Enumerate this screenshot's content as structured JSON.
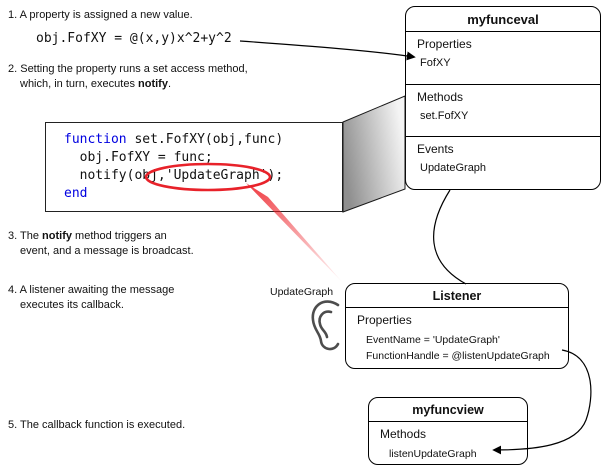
{
  "steps": {
    "s1": {
      "text": "1. A property is assigned a new value."
    },
    "s1_code": "obj.FofXY = @(x,y)x^2+y^2",
    "s2": {
      "line1": "2. Setting the property runs a set access method,",
      "line2_pre": "which, in turn, executes ",
      "line2_bold": "notify",
      "line2_post": "."
    },
    "s3": {
      "line1_pre": "3. The ",
      "line1_bold": "notify",
      "line1_post": " method triggers an",
      "line2": "event, and a message is broadcast."
    },
    "s4": {
      "line1": "4. A listener awaiting the message",
      "line2": "executes its callback."
    },
    "s5": {
      "text": "5. The callback function is executed."
    }
  },
  "code_box": {
    "line1_kw": "function",
    "line1_rest": " set.FofXY(obj,func)",
    "line2": "  obj.FofXY = func;",
    "line3": "  notify(obj,'UpdateGraph');",
    "line4_kw": "end"
  },
  "event_message_label": "UpdateGraph",
  "classes": {
    "myfunceval": {
      "title": "myfunceval",
      "sections": [
        {
          "header": "Properties",
          "items": [
            "FofXY"
          ]
        },
        {
          "header": "Methods",
          "items": [
            "set.FofXY"
          ]
        },
        {
          "header": "Events",
          "items": [
            "UpdateGraph"
          ]
        }
      ]
    },
    "listener": {
      "title": "Listener",
      "header": "Properties",
      "items": [
        "EventName = 'UpdateGraph'",
        "FunctionHandle = @listenUpdateGraph"
      ]
    },
    "myfuncview": {
      "title": "myfuncview",
      "header": "Methods",
      "items": [
        "listenUpdateGraph"
      ]
    }
  },
  "icons": {
    "ear": "ear-icon"
  },
  "colors": {
    "keyword_blue": "#0000E0",
    "highlight_red": "#E8222A"
  }
}
